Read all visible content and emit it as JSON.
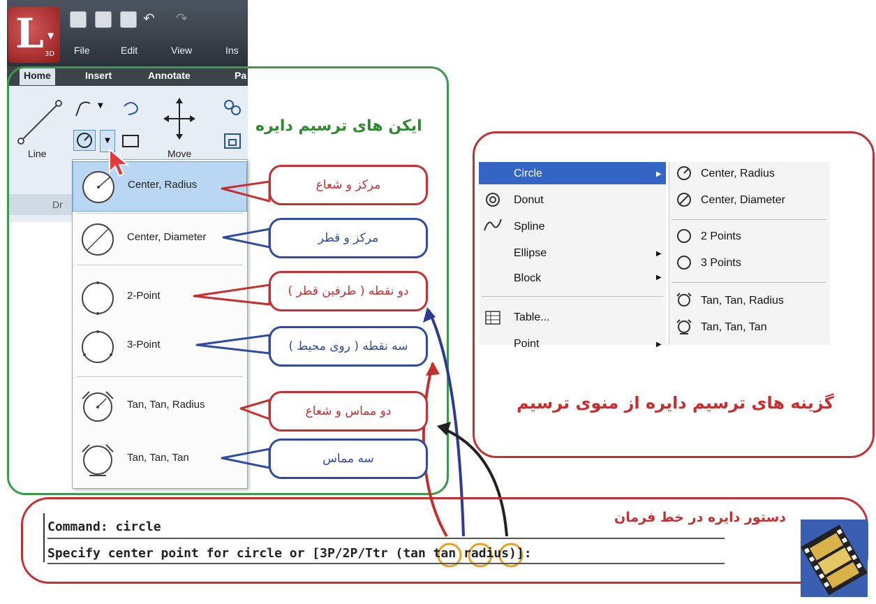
{
  "app": {
    "menu": [
      "File",
      "Edit",
      "View",
      "Ins"
    ],
    "app_letter": "L",
    "app_badge": "3D"
  },
  "ribbon": {
    "tabs": [
      "Home",
      "Insert",
      "Annotate",
      "Pa"
    ],
    "line_label": "Line",
    "move_label": "Move",
    "panel_label": "Dr"
  },
  "dropdown": {
    "items": [
      {
        "label": "Center, Radius",
        "icon": "circle-center-radius-icon"
      },
      {
        "label": "Center, Diameter",
        "icon": "circle-center-diameter-icon"
      },
      {
        "label": "2-Point",
        "icon": "circle-2-point-icon"
      },
      {
        "label": "3-Point",
        "icon": "circle-3-point-icon"
      },
      {
        "label": "Tan, Tan, Radius",
        "icon": "circle-tan-tan-radius-icon"
      },
      {
        "label": "Tan, Tan, Tan",
        "icon": "circle-tan-tan-tan-icon"
      }
    ]
  },
  "annotations": {
    "green_title": "ایکن های ترسیم دایره",
    "callouts": [
      {
        "text": "مرکز و شعاع",
        "color": "red"
      },
      {
        "text": "مرکز و قطر",
        "color": "blue"
      },
      {
        "text": "دو نقطه ( طرفین قطر )",
        "color": "red"
      },
      {
        "text": "سه نقطه ( روی محیط )",
        "color": "blue"
      },
      {
        "text": "دو مماس و شعاع",
        "color": "red"
      },
      {
        "text": "سه مماس",
        "color": "blue"
      }
    ],
    "right_title": "گزینه های ترسیم دایره از منوی ترسیم",
    "bottom_title": "دستور دایره در خط فرمان"
  },
  "draw_menu": {
    "left_items": [
      "Circle",
      "Donut",
      "Spline",
      "Ellipse",
      "Block",
      "Table...",
      "Point"
    ],
    "right_items": [
      "Center, Radius",
      "Center, Diameter",
      "2 Points",
      "3 Points",
      "Tan, Tan, Radius",
      "Tan, Tan, Tan"
    ]
  },
  "command_line": {
    "line1": "Command: circle",
    "line2": "Specify center point for circle or [3P/2P/Ttr (tan tan radius)]:"
  },
  "colors": {
    "red": "#c62f2f",
    "blue": "#2f4aa0",
    "green": "#3a9a4a",
    "menu_highlight": "#3565c4"
  }
}
